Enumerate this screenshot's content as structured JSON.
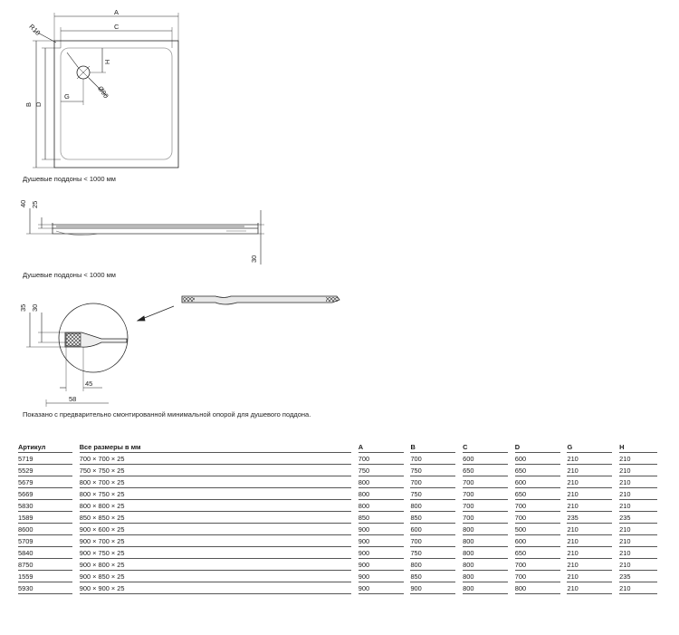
{
  "dims": {
    "A": "A",
    "B": "B",
    "C": "C",
    "D": "D",
    "G": "G",
    "H": "H",
    "R10": "R10",
    "d90": "Ø90",
    "h40": "40",
    "h25": "25",
    "h30": "30",
    "d35": "35",
    "d30": "30",
    "w45": "45",
    "w58": "58"
  },
  "captions": {
    "top": "Душевые поддоны < 1000 мм",
    "side": "Душевые поддоны < 1000 мм",
    "note": "Показано с предварительно смонтированной минимальной опорой для душевого поддона."
  },
  "table": {
    "headers": [
      "Артикул",
      "Все размеры в мм",
      "A",
      "B",
      "C",
      "D",
      "G",
      "H"
    ],
    "rows": [
      [
        "5719",
        "700 × 700 × 25",
        "700",
        "700",
        "600",
        "600",
        "210",
        "210"
      ],
      [
        "5529",
        "750 × 750 × 25",
        "750",
        "750",
        "650",
        "650",
        "210",
        "210"
      ],
      [
        "5679",
        "800 × 700 × 25",
        "800",
        "700",
        "700",
        "600",
        "210",
        "210"
      ],
      [
        "5669",
        "800 × 750 × 25",
        "800",
        "750",
        "700",
        "650",
        "210",
        "210"
      ],
      [
        "5830",
        "800 × 800 × 25",
        "800",
        "800",
        "700",
        "700",
        "210",
        "210"
      ],
      [
        "1589",
        "850 × 850 × 25",
        "850",
        "850",
        "700",
        "700",
        "235",
        "235"
      ],
      [
        "8600",
        "900 × 600 × 25",
        "900",
        "600",
        "800",
        "500",
        "210",
        "210"
      ],
      [
        "5709",
        "900 × 700 × 25",
        "900",
        "700",
        "800",
        "600",
        "210",
        "210"
      ],
      [
        "5840",
        "900 × 750 × 25",
        "900",
        "750",
        "800",
        "650",
        "210",
        "210"
      ],
      [
        "8750",
        "900 × 800 × 25",
        "900",
        "800",
        "800",
        "700",
        "210",
        "210"
      ],
      [
        "1559",
        "900 × 850 × 25",
        "900",
        "850",
        "800",
        "700",
        "210",
        "235"
      ],
      [
        "5930",
        "900 × 900 × 25",
        "900",
        "900",
        "800",
        "800",
        "210",
        "210"
      ]
    ]
  }
}
